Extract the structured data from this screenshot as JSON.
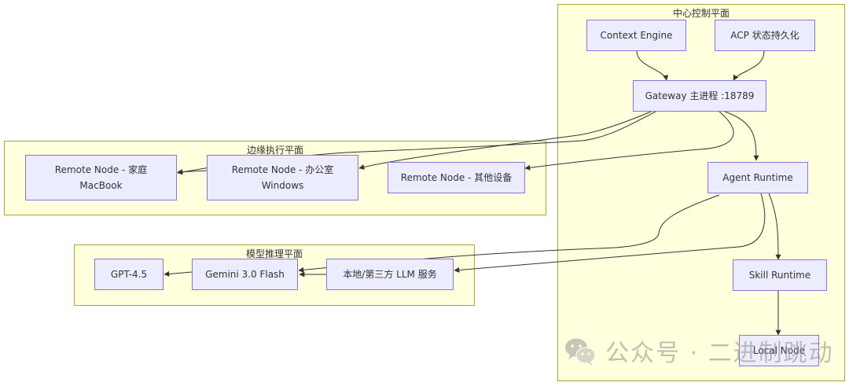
{
  "clusters": {
    "control": "中心控制平面",
    "edge": "边缘执行平面",
    "model": "模型推理平面"
  },
  "nodes": {
    "context_engine": "Context Engine",
    "acp_state": "ACP 状态持久化",
    "gateway": "Gateway 主进程 :18789",
    "agent_runtime": "Agent Runtime",
    "skill_runtime": "Skill Runtime",
    "local_node": "Local Node",
    "remote_home_l1": "Remote Node - 家庭",
    "remote_home_l2": "MacBook",
    "remote_office_l1": "Remote Node - 办公室",
    "remote_office_l2": "Windows",
    "remote_other": "Remote Node - 其他设备",
    "gpt": "GPT-4.5",
    "gemini": "Gemini 3.0 Flash",
    "llm_service": "本地/第三方 LLM 服务"
  },
  "watermark": {
    "text": "公众号 · 二进制跳动",
    "icon": "wechat-icon"
  },
  "colors": {
    "node_fill": "#ececff",
    "node_border": "#9370db",
    "cluster_fill": "#ffffde",
    "cluster_border": "#aaaa33",
    "edge": "#333333"
  }
}
